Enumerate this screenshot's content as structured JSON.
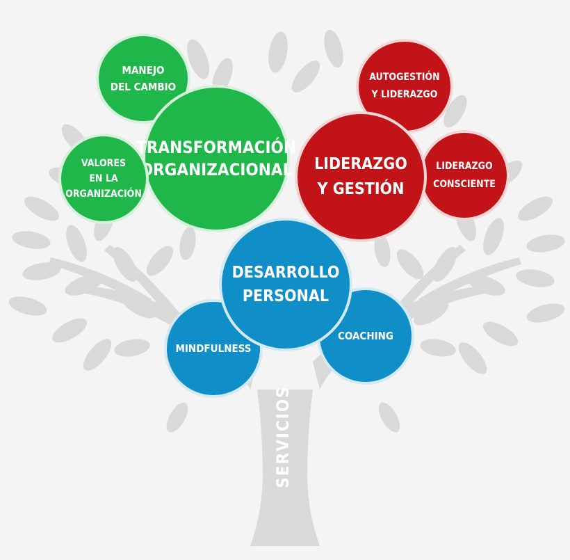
{
  "labels": {
    "transformacion": "TRANSFORMACIÓN\nORGANIZACIONAL",
    "manejo": "MANEJO\nDEL CAMBIO",
    "valores": "VALORES\nEN LA\nORGANIZACIÓN",
    "liderazgo_gestion": "LIDERAZGO\nY GESTIÓN",
    "autogestion": "AUTOGESTIÓN\nY LIDERAZGO",
    "liderazgo_consciente": "LIDERAZGO\nCONSCIENTE",
    "desarrollo": "DESARROLLO\nPERSONAL",
    "mindfulness": "MINDFULNESS",
    "coaching": "COACHING",
    "servicios": "SERVICIOS"
  },
  "colors": {
    "green": "#20b74a",
    "red": "#c21418",
    "blue": "#0f8ec8",
    "tree": "#d9d9d9",
    "background": "#f4f4f4"
  }
}
